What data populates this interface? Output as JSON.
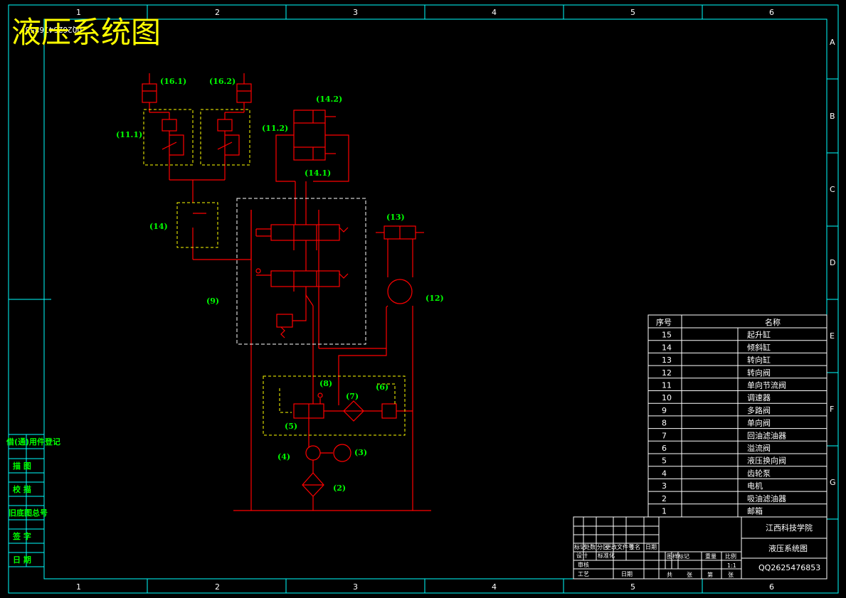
{
  "drawing": {
    "title": "液压系统图",
    "mirrored_text": "QQ2625476853",
    "border": {
      "columns": [
        "1",
        "2",
        "3",
        "4",
        "5",
        "6"
      ],
      "rows": [
        "A",
        "B",
        "C",
        "D",
        "E",
        "F",
        "G"
      ]
    },
    "components": [
      {
        "id": "c16_1",
        "label": "(16.1)"
      },
      {
        "id": "c16_2",
        "label": "(16.2)"
      },
      {
        "id": "c14_2",
        "label": "(14.2)"
      },
      {
        "id": "c11_1",
        "label": "(11.1)"
      },
      {
        "id": "c11_2",
        "label": "(11.2)"
      },
      {
        "id": "c14_1",
        "label": "(14.1)"
      },
      {
        "id": "c14",
        "label": "(14)"
      },
      {
        "id": "c13",
        "label": "(13)"
      },
      {
        "id": "c12",
        "label": "(12)"
      },
      {
        "id": "c9",
        "label": "(9)"
      },
      {
        "id": "c8",
        "label": "(8)"
      },
      {
        "id": "c7",
        "label": "(7)"
      },
      {
        "id": "c6",
        "label": "(6)"
      },
      {
        "id": "c5",
        "label": "(5)"
      },
      {
        "id": "c4",
        "label": "(4)"
      },
      {
        "id": "c3",
        "label": "(3)"
      },
      {
        "id": "c2",
        "label": "(2)"
      }
    ],
    "colors": {
      "line": "#ff0000",
      "dashed": "#ffff00",
      "label": "#00ff00",
      "frame": "#00ffff",
      "title": "#ffff00"
    }
  },
  "parts_list": {
    "header": {
      "no": "序号",
      "name": "名称"
    },
    "rows": [
      {
        "no": "15",
        "name": "起升缸"
      },
      {
        "no": "14",
        "name": "倾斜缸"
      },
      {
        "no": "13",
        "name": "转向缸"
      },
      {
        "no": "12",
        "name": "转向阀"
      },
      {
        "no": "11",
        "name": "单向节流阀"
      },
      {
        "no": "10",
        "name": "调速器"
      },
      {
        "no": "9",
        "name": "多路阀"
      },
      {
        "no": "8",
        "name": "单向阀"
      },
      {
        "no": "7",
        "name": "回油滤油器"
      },
      {
        "no": "6",
        "name": "溢流阀"
      },
      {
        "no": "5",
        "name": "液压换向阀"
      },
      {
        "no": "4",
        "name": "齿轮泵"
      },
      {
        "no": "3",
        "name": "电机"
      },
      {
        "no": "2",
        "name": "吸油滤油器"
      },
      {
        "no": "1",
        "name": "邮箱"
      }
    ]
  },
  "title_block": {
    "school": "江西科技学院",
    "drawing_name": "液压系统图",
    "drawing_no": "QQ2625476853",
    "scale": "1:1",
    "labels": {
      "stage_mark": "图样标记",
      "weight": "重量",
      "ratio": "比例",
      "total": "共",
      "sheet": "张",
      "page": "第",
      "page_unit": "张",
      "review": "审核",
      "process": "工艺",
      "date": "日期",
      "design": "设计",
      "standardize": "标准化",
      "mark": "标记",
      "count": "处数",
      "zone": "分区",
      "change_doc": "更改文件号",
      "sign": "签名",
      "date2": "日期"
    }
  },
  "side_stamp": {
    "items": [
      "借(通)用件登记",
      "描  图",
      "校  描",
      "旧底图总号",
      "签  字",
      "日  期"
    ]
  }
}
